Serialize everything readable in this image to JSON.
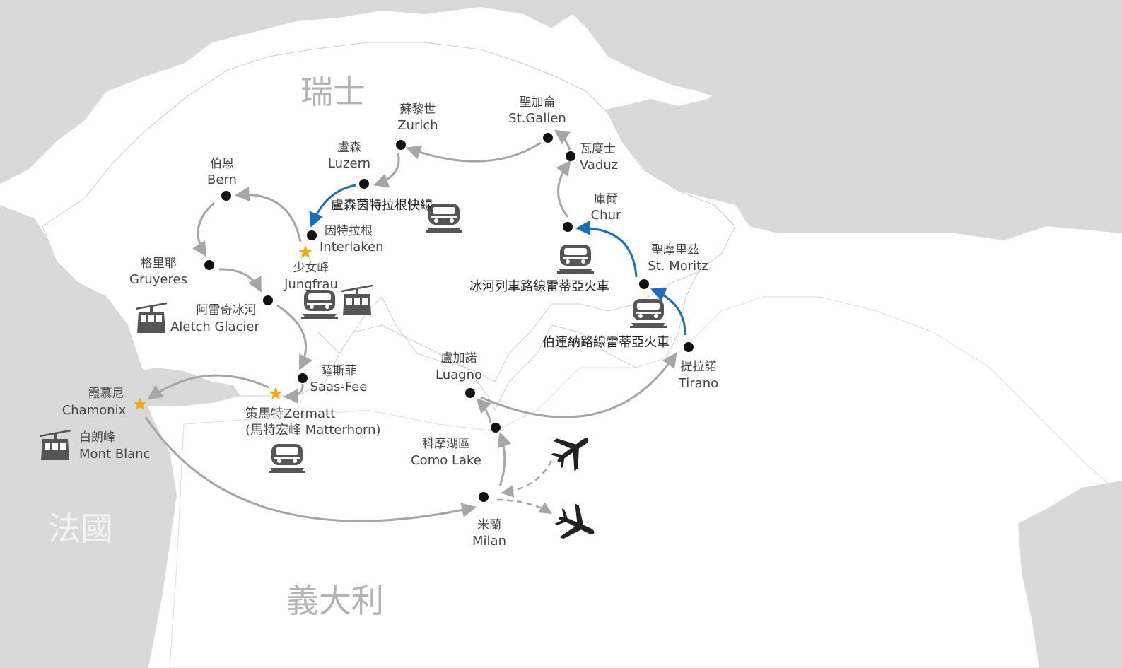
{
  "countries": [
    {
      "id": "switzerland",
      "label": "瑞士"
    },
    {
      "id": "france",
      "label": "法國"
    },
    {
      "id": "italy",
      "label": "義大利"
    }
  ],
  "cities": [
    {
      "id": "zurich",
      "cn": "蘇黎世",
      "en": "Zurich"
    },
    {
      "id": "stgallen",
      "cn": "聖加侖",
      "en": "St.Gallen"
    },
    {
      "id": "vaduz",
      "cn": "瓦度士",
      "en": "Vaduz"
    },
    {
      "id": "luzern",
      "cn": "盧森",
      "en": "Luzern"
    },
    {
      "id": "bern",
      "cn": "伯恩",
      "en": "Bern"
    },
    {
      "id": "chur",
      "cn": "庫爾",
      "en": "Chur"
    },
    {
      "id": "interlaken",
      "cn": "因特拉根",
      "en": "Interlaken"
    },
    {
      "id": "jungfrau",
      "cn": "少女峰",
      "en": "Jungfrau"
    },
    {
      "id": "stmoritz",
      "cn": "聖摩里茲",
      "en": "St. Moritz"
    },
    {
      "id": "gruyeres",
      "cn": "格里耶",
      "en": "Gruyeres"
    },
    {
      "id": "aletsch",
      "cn": "阿雷奇冰河",
      "en": "Aletch Glacier"
    },
    {
      "id": "tirano",
      "cn": "提拉諾",
      "en": "Tirano"
    },
    {
      "id": "saasfee",
      "cn": "薩斯菲",
      "en": "Saas-Fee"
    },
    {
      "id": "luagno",
      "cn": "盧加諾",
      "en": "Luagno"
    },
    {
      "id": "chamonix",
      "cn": "霞慕尼",
      "en": "Chamonix"
    },
    {
      "id": "zermatt",
      "cn": "策馬特Zermatt",
      "en": "(馬特宏峰 Matterhorn)"
    },
    {
      "id": "montblanc",
      "cn": "白朗峰",
      "en": "Mont Blanc"
    },
    {
      "id": "como",
      "cn": "科摩湖區",
      "en": "Como Lake"
    },
    {
      "id": "milan",
      "cn": "米蘭",
      "en": "Milan"
    }
  ],
  "routes": {
    "luzern_interlaken": "盧森茵特拉根快線",
    "glacier_express": "冰河列車路線雷蒂亞火車",
    "bernina_express": "伯連納路線雷蒂亞火車"
  },
  "icons": [
    "train-icon",
    "cable-car-icon",
    "airplane-icon",
    "star-icon"
  ],
  "colors": {
    "land_gray": "#d9d9d9",
    "route_gray": "#a6a6a6",
    "route_blue": "#1f6db5",
    "star": "#f0a81c",
    "dot": "#111111"
  }
}
